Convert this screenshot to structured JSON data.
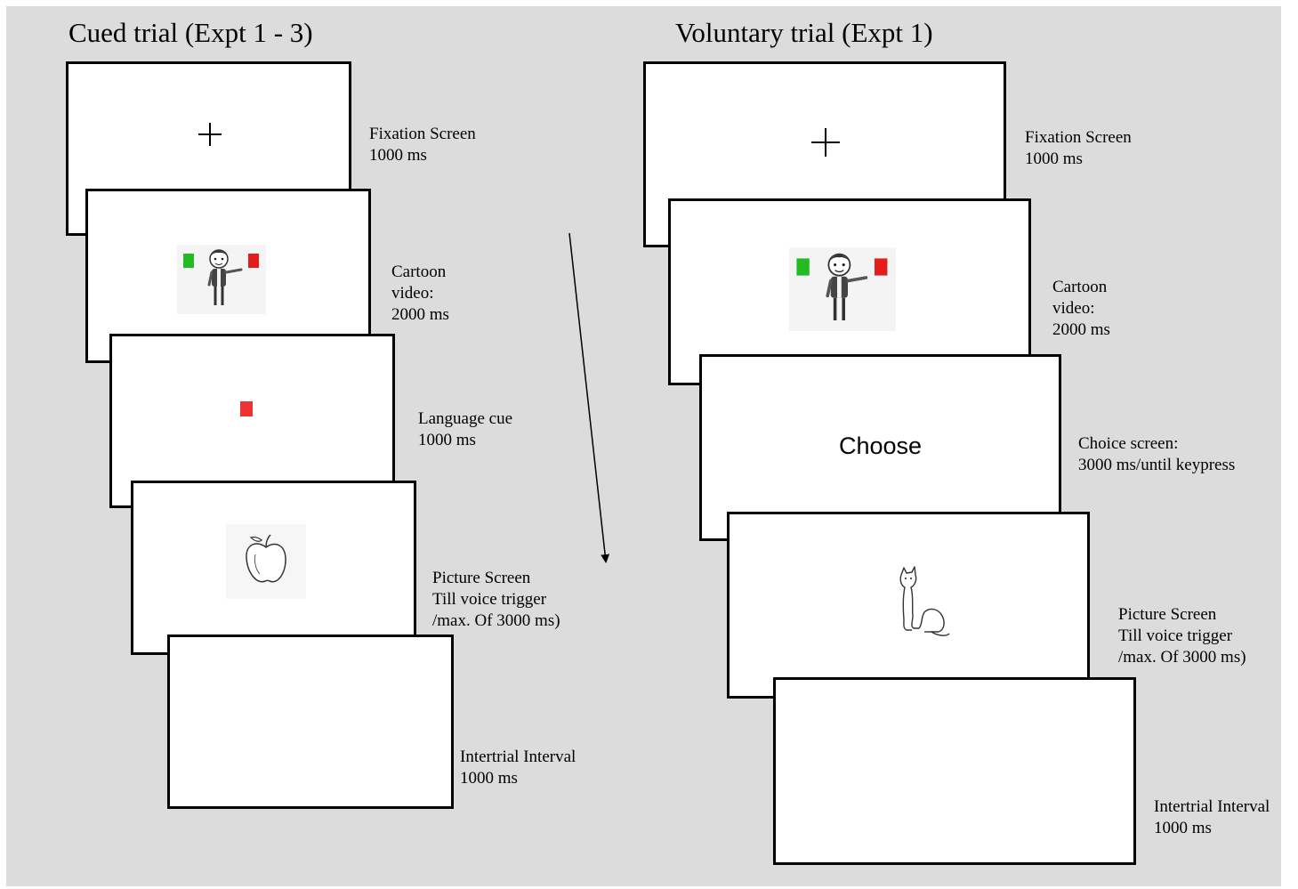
{
  "cued": {
    "title": "Cued trial (Expt 1 - 3)",
    "fixation": {
      "name": "Fixation Screen",
      "duration": "1000 ms"
    },
    "cartoon": {
      "line1": "Cartoon",
      "line2": "video:",
      "line3": "2000 ms"
    },
    "cue": {
      "name": "Language cue",
      "duration": "1000 ms"
    },
    "picture": {
      "line1": "Picture Screen",
      "line2": "Till voice trigger",
      "line3": "/max. Of 3000 ms)"
    },
    "iti": {
      "name": "Intertrial Interval",
      "duration": "1000  ms"
    }
  },
  "voluntary": {
    "title": "Voluntary trial (Expt 1)",
    "fixation": {
      "name": "Fixation Screen",
      "duration": "1000 ms"
    },
    "cartoon": {
      "line1": "Cartoon",
      "line2": "video:",
      "line3": "2000 ms"
    },
    "choice": {
      "word": "Choose",
      "line1": "Choice screen:",
      "line2": "3000 ms/until keypress"
    },
    "picture": {
      "line1": "Picture Screen",
      "line2": "Till voice trigger",
      "line3": "/max. Of 3000 ms)"
    },
    "iti": {
      "name": "Intertrial Interval",
      "duration": "1000  ms"
    }
  },
  "colors": {
    "background": "#dcdcdc",
    "green_cue": "#22bb22",
    "red_cue": "#e51c1c",
    "language_cue": "#ee3333"
  },
  "icons": [
    "fixation-cross",
    "cartoon-person",
    "apple",
    "cat",
    "time-arrow"
  ]
}
